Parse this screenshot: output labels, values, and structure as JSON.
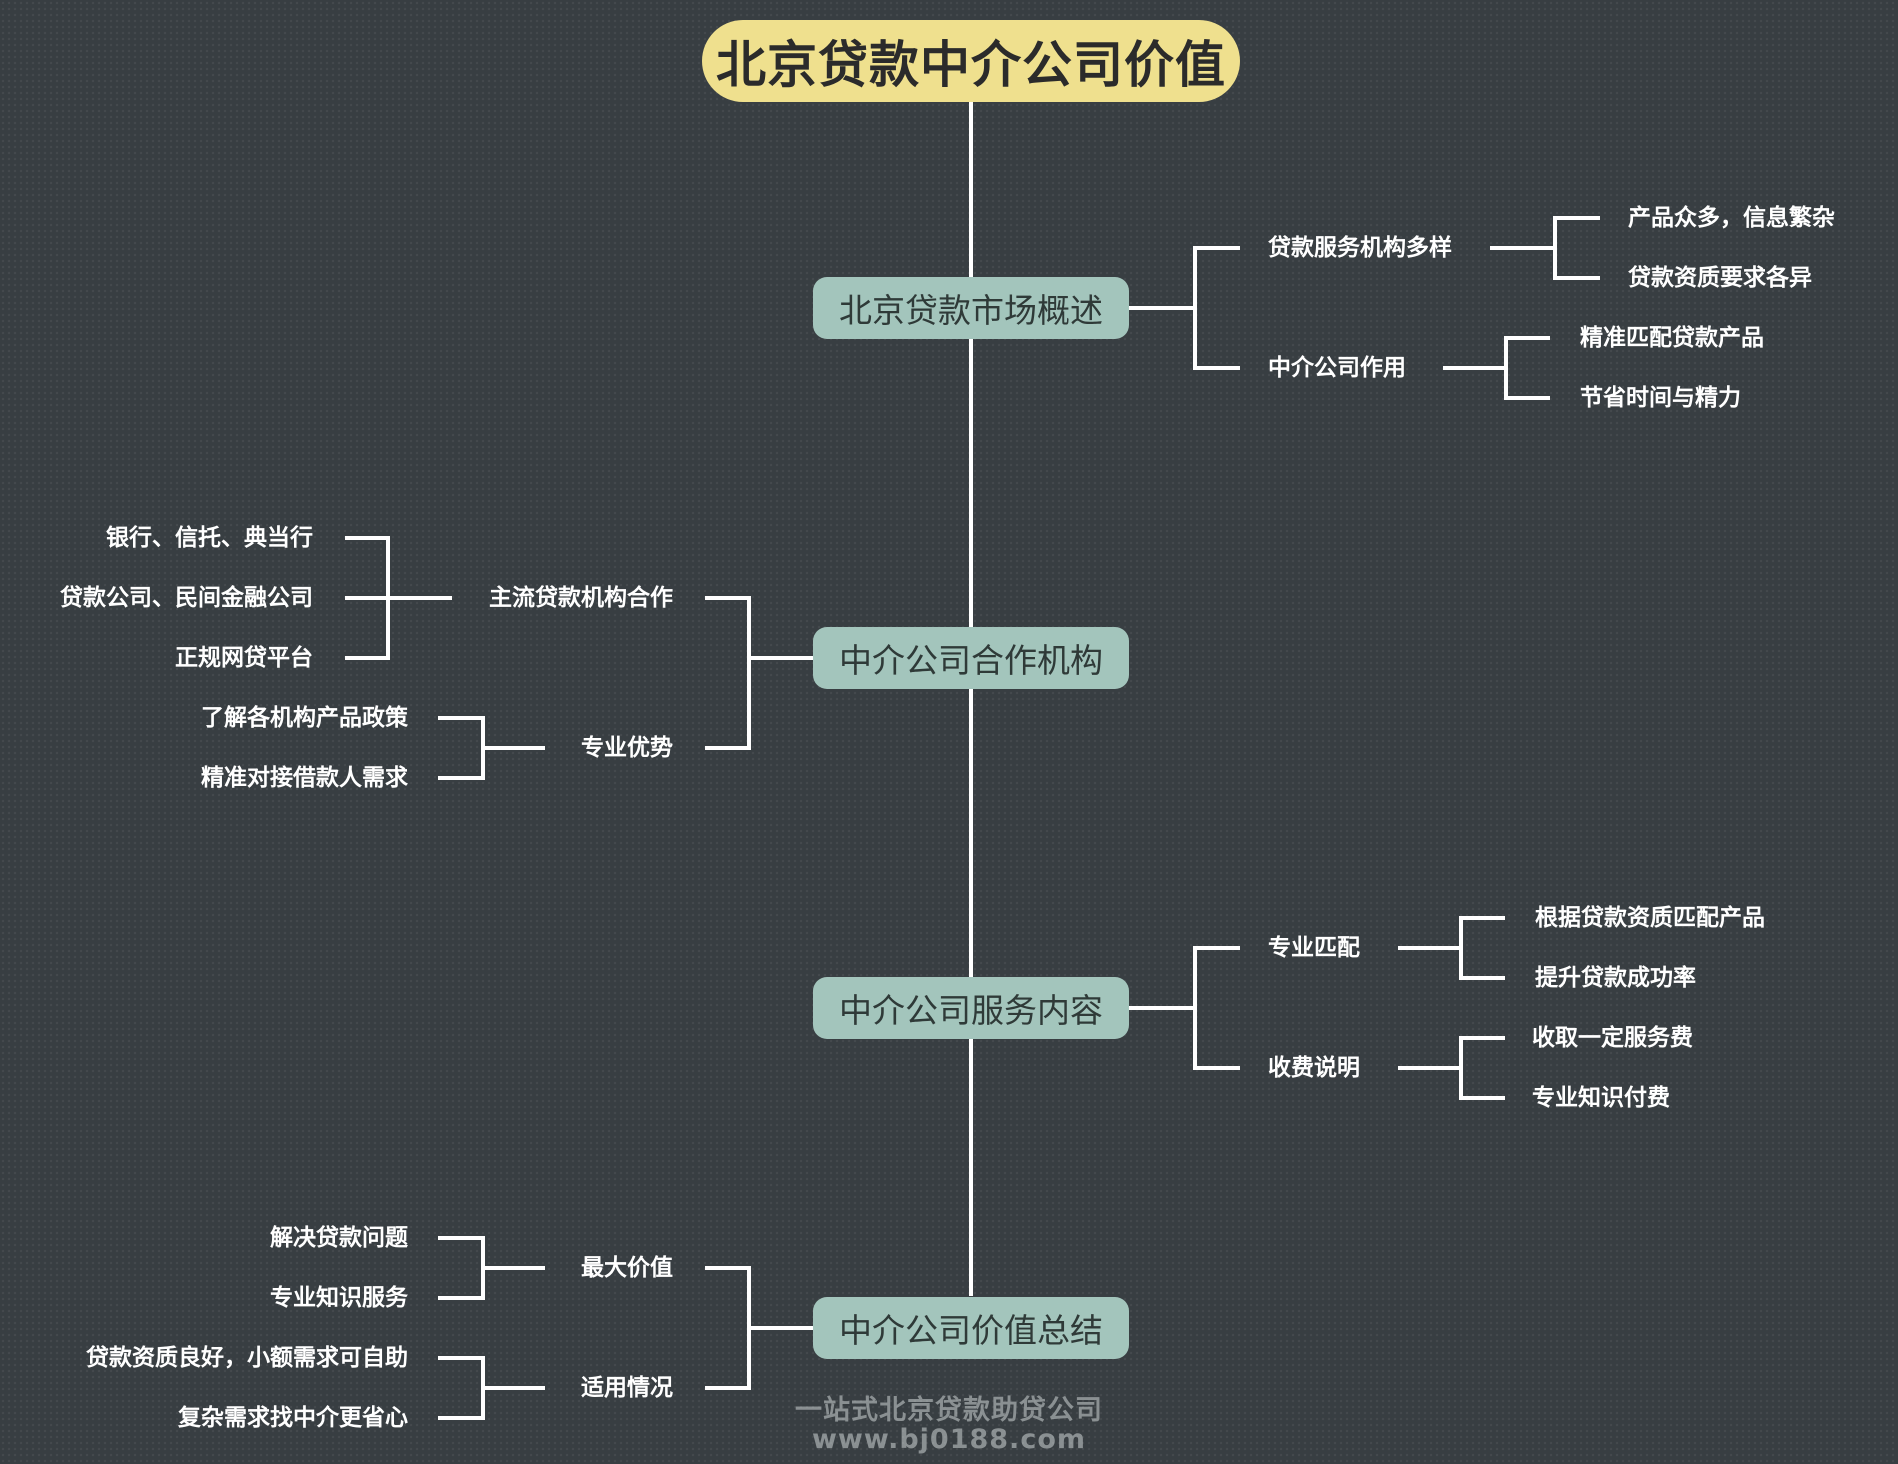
{
  "title": "北京贷款中介公司价值",
  "branches": [
    {
      "label": "北京贷款市场概述",
      "children": [
        {
          "label": "贷款服务机构多样",
          "children": [
            "产品众多，信息繁杂",
            "贷款资质要求各异"
          ]
        },
        {
          "label": "中介公司作用",
          "children": [
            "精准匹配贷款产品",
            "节省时间与精力"
          ]
        }
      ]
    },
    {
      "label": "中介公司合作机构",
      "children": [
        {
          "label": "主流贷款机构合作",
          "children": [
            "银行、信托、典当行",
            "贷款公司、民间金融公司",
            "正规网贷平台"
          ]
        },
        {
          "label": "专业优势",
          "children": [
            "了解各机构产品政策",
            "精准对接借款人需求"
          ]
        }
      ]
    },
    {
      "label": "中介公司服务内容",
      "children": [
        {
          "label": "专业匹配",
          "children": [
            "根据贷款资质匹配产品",
            "提升贷款成功率"
          ]
        },
        {
          "label": "收费说明",
          "children": [
            "收取一定服务费",
            "专业知识付费"
          ]
        }
      ]
    },
    {
      "label": "中介公司价值总结",
      "children": [
        {
          "label": "最大价值",
          "children": [
            "解决贷款问题",
            "专业知识服务"
          ]
        },
        {
          "label": "适用情况",
          "children": [
            "贷款资质良好，小额需求可自助",
            "复杂需求找中介更省心"
          ]
        }
      ]
    }
  ],
  "watermark": {
    "line1": "一站式北京贷款助贷公司",
    "line2": "www.bj0188.com"
  },
  "colors": {
    "background": "#383e42",
    "root": "#efe08e",
    "branch": "#a3c5bc",
    "line": "#ffffff"
  }
}
